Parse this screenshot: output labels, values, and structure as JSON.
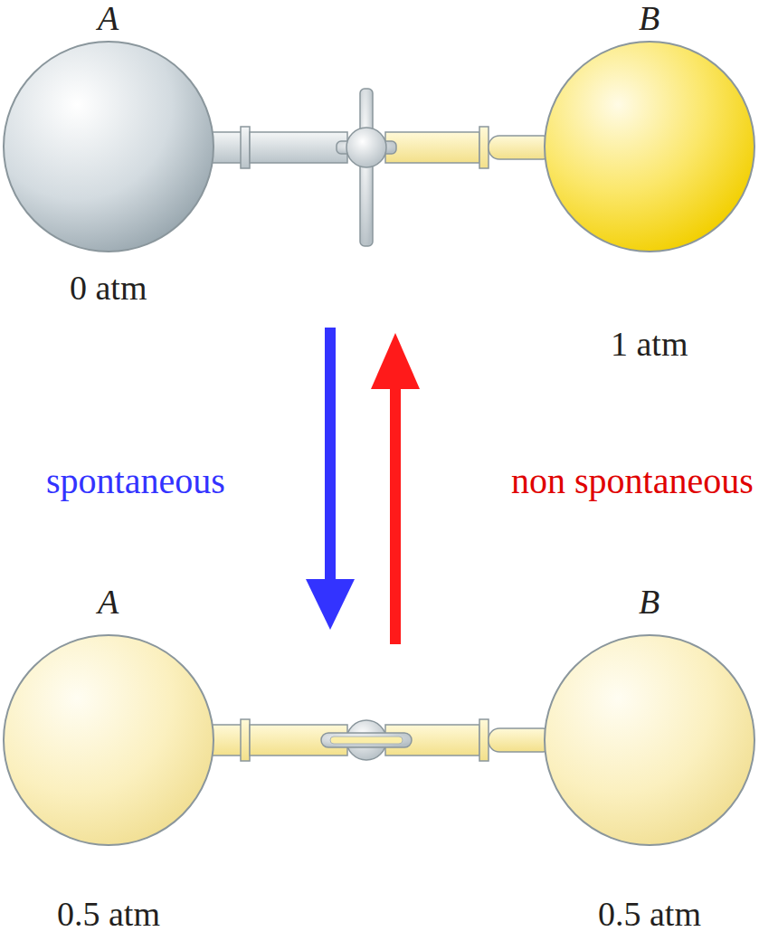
{
  "diagram": {
    "nodes": [
      {
        "text": [
          "A",
          "0 atm"
        ]
      },
      {
        "text": [
          "B",
          "1 atm"
        ]
      },
      {
        "text": [
          "A",
          "0.5 atm"
        ]
      },
      {
        "text": [
          "B",
          "0.5 atm"
        ]
      }
    ],
    "labels": [
      "spontaneous",
      "non spontaneous"
    ]
  }
}
